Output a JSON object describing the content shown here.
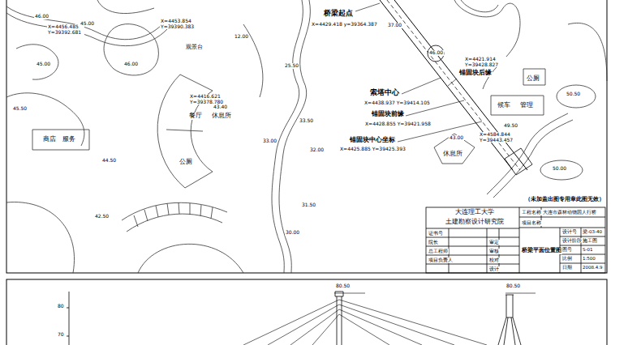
{
  "diagram": {
    "labels": [
      "桥梁起点",
      "X=4429.418 y=39364.387",
      "46.00",
      "X=4456.485 Y=39392.681",
      "45.00",
      "X=4453.854 Y=39390.383",
      "观景台",
      "12.00",
      "45.00",
      "46.00",
      "25.50",
      "X=4416.621 Y=39378.780",
      "43.40",
      "餐厅",
      "休息所",
      "45.50",
      "商店",
      "服务",
      "44.50",
      "公厕",
      "42.50",
      "33.50",
      "33.00",
      "32.00",
      "31.50",
      "30.00",
      "37.00",
      "46.00",
      "X=4421.914 Y=39428.827",
      "锚固块后缘",
      "公厕",
      "索塔中心",
      "X=4438.937 Y=39414.105",
      "锚固块前缘",
      "X=4428.855 Y=39421.958",
      "锚固块中心坐标",
      "X=4425.885 Y=39425.393",
      "候车",
      "管理",
      "50.50",
      "49.50",
      "X=4584.844 Y=39443.457",
      "43.00",
      "休息所",
      "50.00",
      "（未加盖出图专用章此图无效）",
      "大连理工大学",
      "土建勘察设计研究院",
      "证书号",
      "院长",
      "总工程师",
      "项目负责人",
      "审定",
      "审核",
      "校对",
      "设计",
      "工程名称",
      "大连市森林动物园人行桥",
      "项目名称",
      "桥梁平面位置图",
      "设计号",
      "梁-03-40",
      "设计阶段",
      "施工图",
      "图号",
      "S-01",
      "比例",
      "1:500",
      "日期",
      "2008.4.9",
      "80.50",
      "80.50",
      "80",
      "70"
    ]
  }
}
